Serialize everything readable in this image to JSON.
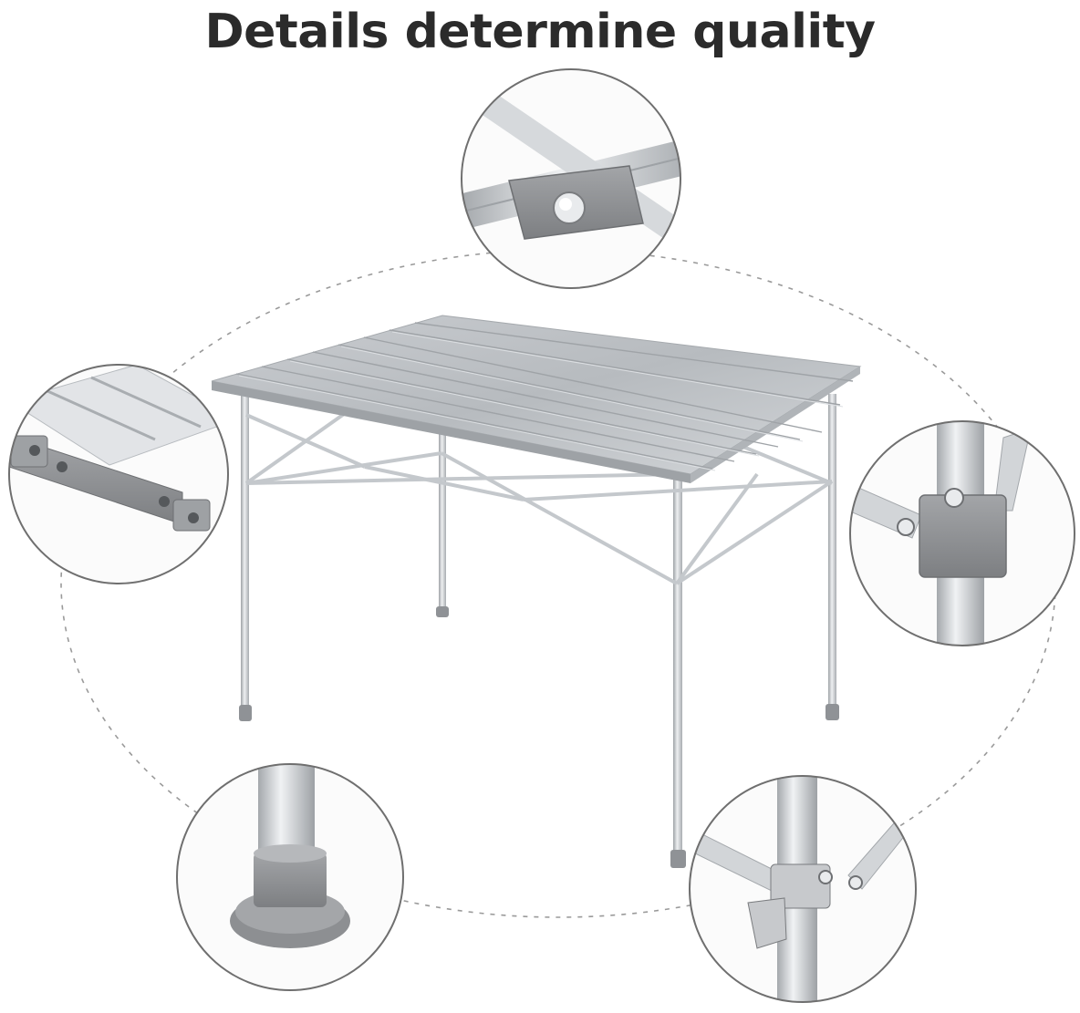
{
  "header": {
    "title": "Details determine quality"
  },
  "colors": {
    "title_text": "#2b2b2b",
    "dashed_outline": "#9a9a9a",
    "callout_border": "#6f6f6f",
    "aluminum_light": "#e4e6e8",
    "aluminum_mid": "#b9bdc1",
    "aluminum_dark": "#8e9297",
    "plastic_grey": "#8d8f92"
  },
  "image": {
    "subject": "folding aluminum table",
    "callouts": [
      {
        "name": "hinge-rivet-detail"
      },
      {
        "name": "slat-connector-detail"
      },
      {
        "name": "leg-joint-detail"
      },
      {
        "name": "foot-cap-detail"
      },
      {
        "name": "cross-brace-clip-detail"
      }
    ]
  }
}
